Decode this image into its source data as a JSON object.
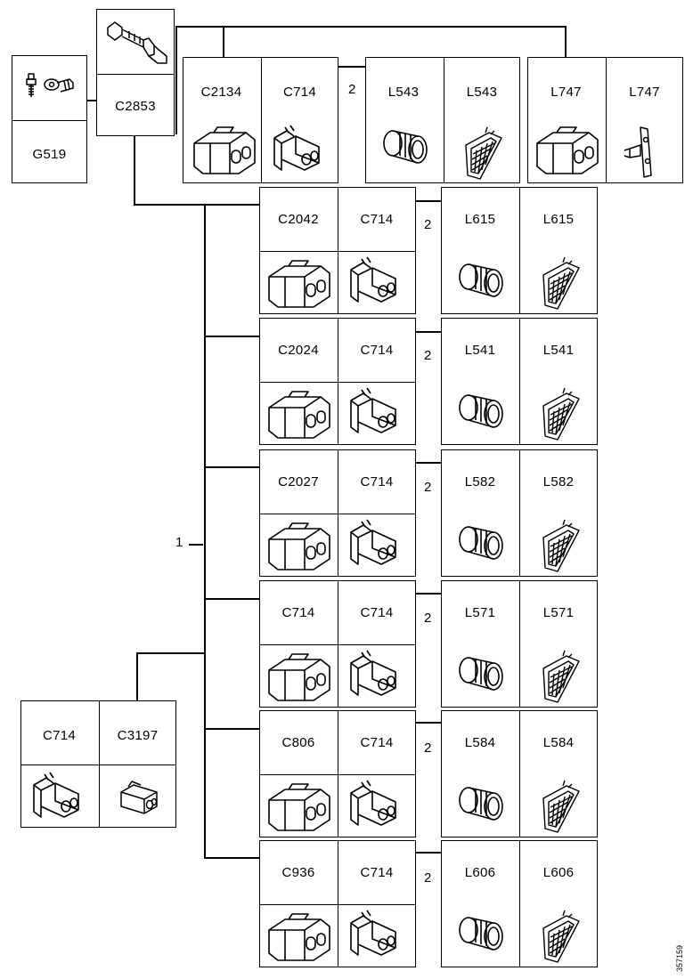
{
  "ground": {
    "top_label": "",
    "bottom_label": "G519"
  },
  "terminal": {
    "label": "C2853"
  },
  "top_group": {
    "pair": [
      "C2134",
      "C714"
    ],
    "callout": "2",
    "lamps": [
      [
        "L543",
        "L543"
      ],
      [
        "L747",
        "L747"
      ]
    ]
  },
  "harness_callout": "1",
  "branch": {
    "labels": [
      "C714",
      "C3197"
    ]
  },
  "rows": [
    {
      "left": "C2042",
      "right": "C714",
      "callout": "2",
      "lamp": "L615"
    },
    {
      "left": "C2024",
      "right": "C714",
      "callout": "2",
      "lamp": "L541"
    },
    {
      "left": "C2027",
      "right": "C714",
      "callout": "2",
      "lamp": "L582"
    },
    {
      "left": "C714",
      "right": "C714",
      "callout": "2",
      "lamp": "L571"
    },
    {
      "left": "C806",
      "right": "C714",
      "callout": "2",
      "lamp": "L584"
    },
    {
      "left": "C936",
      "right": "C714",
      "callout": "2",
      "lamp": "L606"
    }
  ],
  "doc_number": "357159"
}
